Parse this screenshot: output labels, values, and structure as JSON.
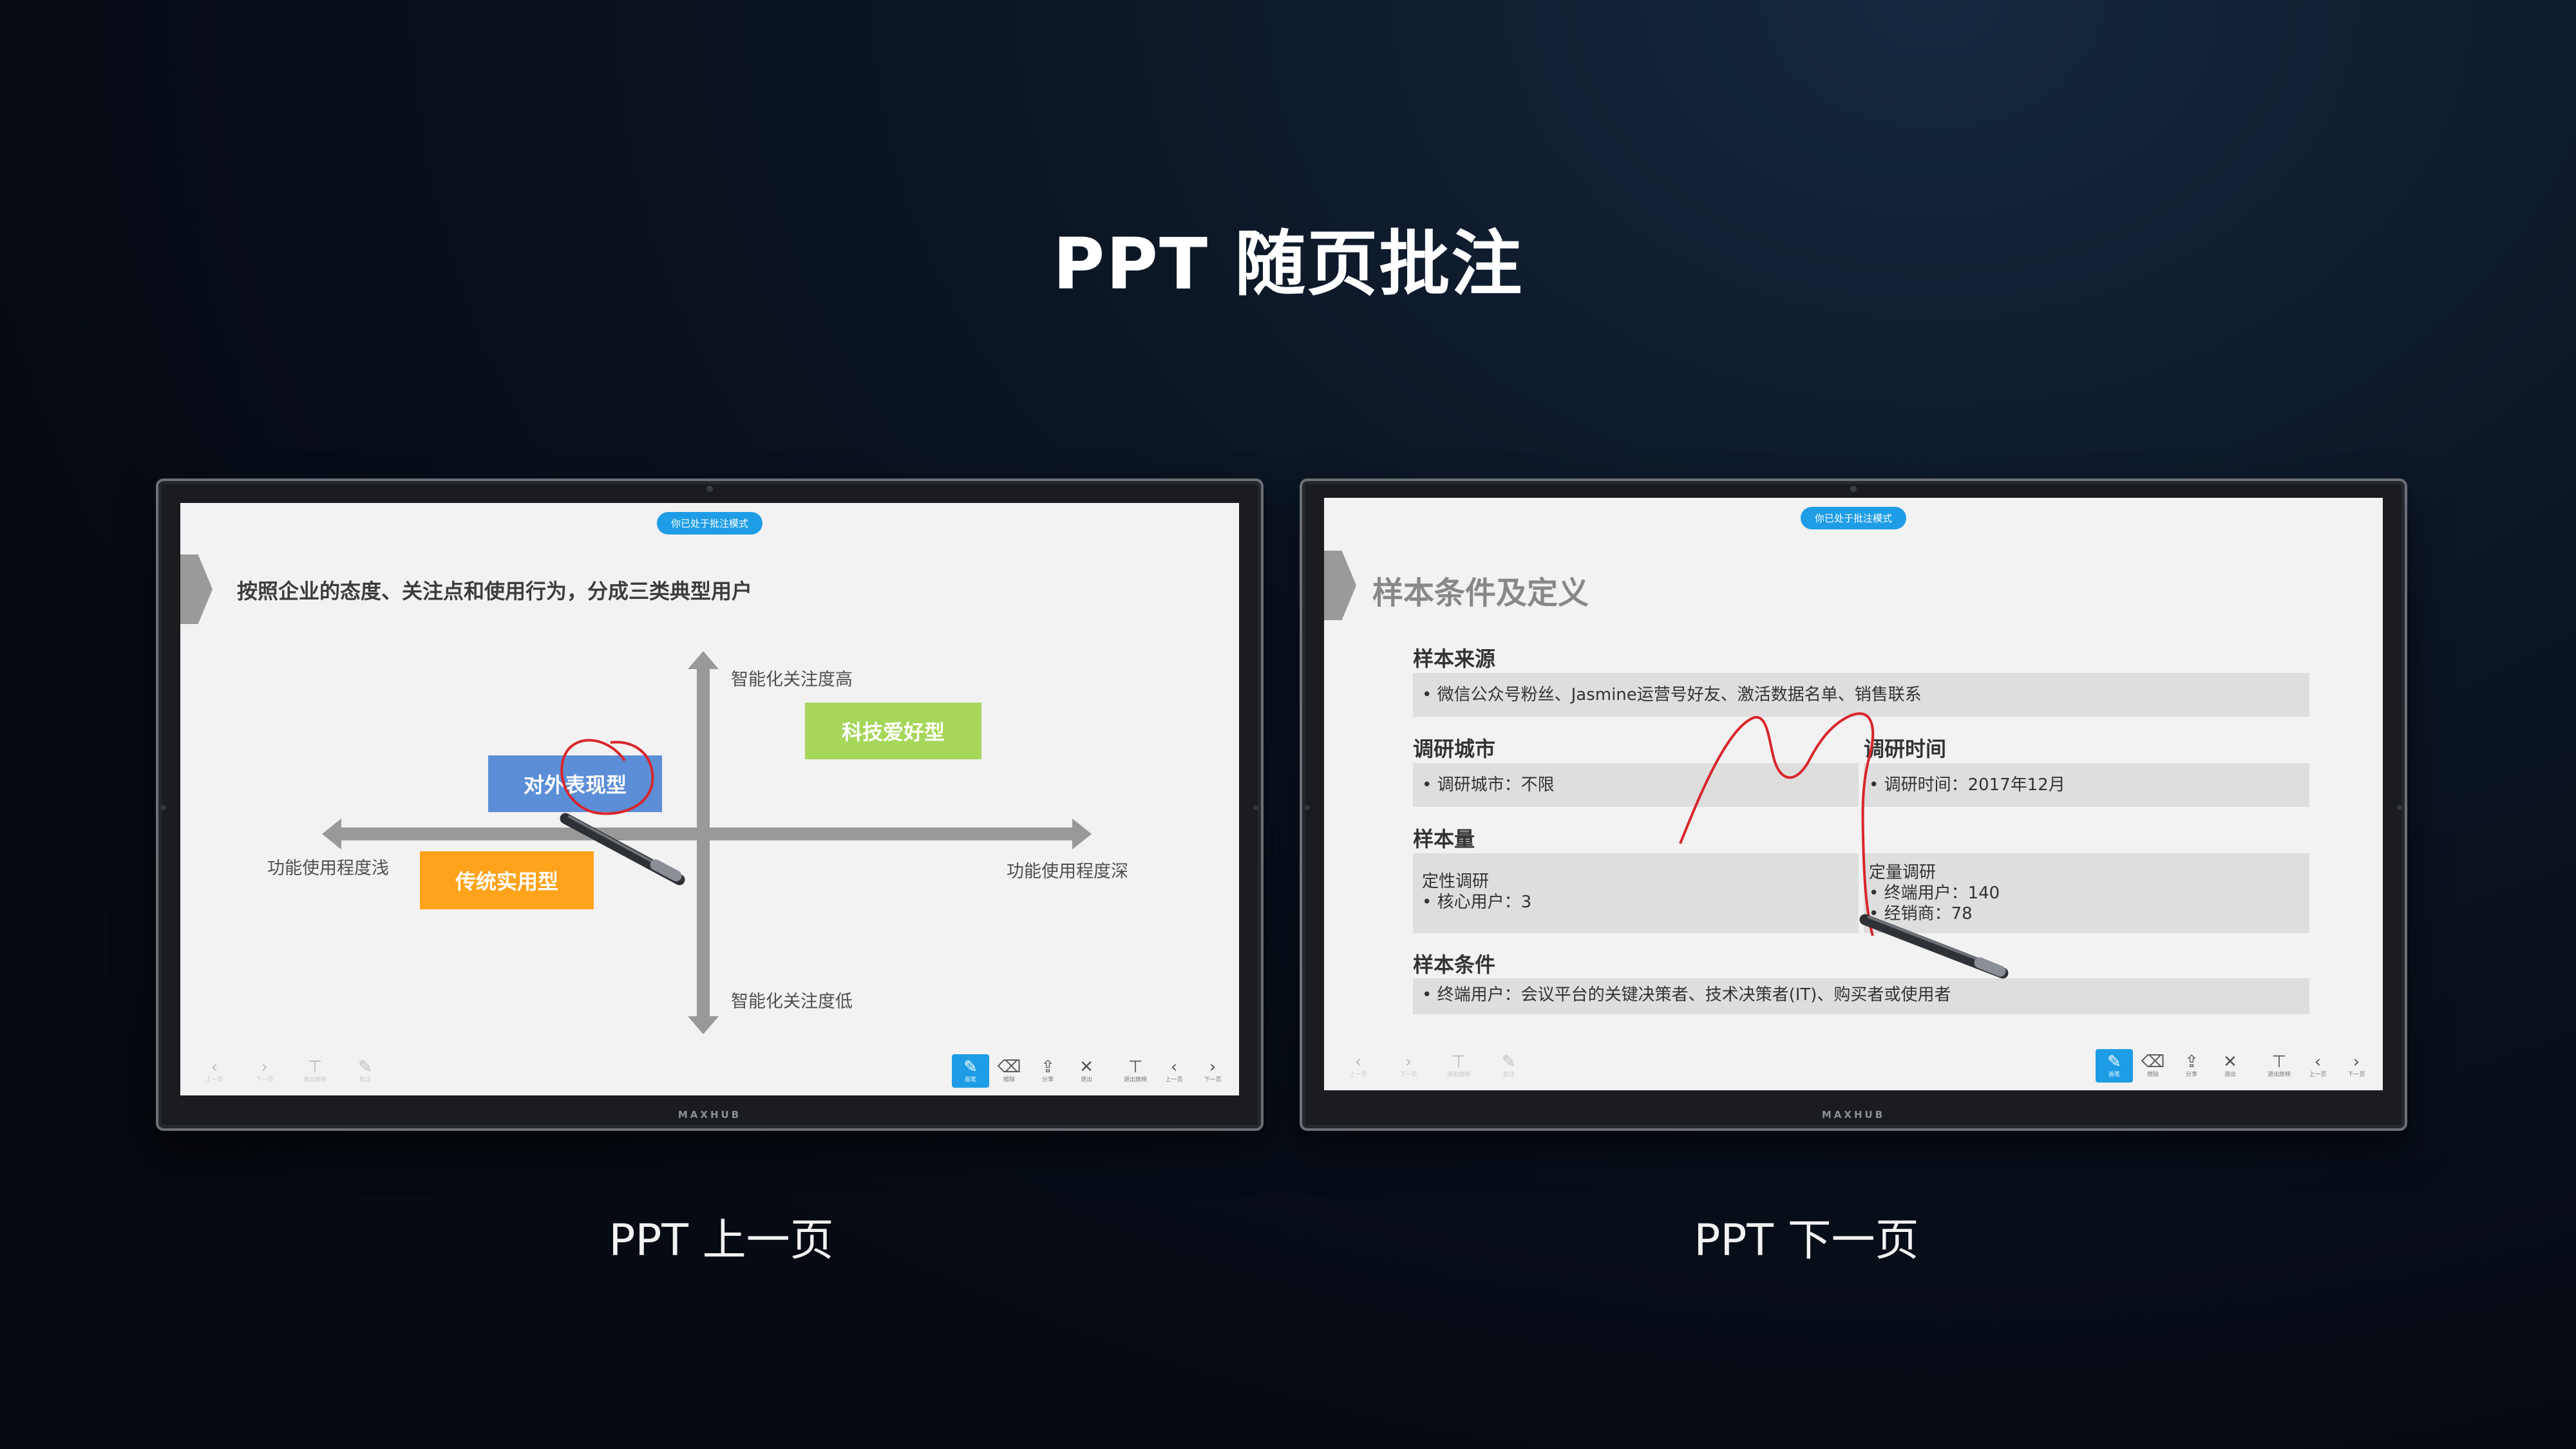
{
  "page_title": "PPT 随页批注",
  "left_caption": "PPT 上一页",
  "right_caption": "PPT 下一页",
  "device_brand": "MAXHUB",
  "mode_badge": "你已处于批注模式",
  "toolbar": {
    "left": [
      {
        "icon": "chevron-left-icon",
        "glyph": "‹",
        "label": "上一页"
      },
      {
        "icon": "chevron-right-icon",
        "glyph": "›",
        "label": "下一页"
      },
      {
        "icon": "presentation-icon",
        "glyph": "⊤",
        "label": "退出放映"
      },
      {
        "icon": "pen-icon",
        "glyph": "✎",
        "label": "批注"
      }
    ],
    "right": [
      {
        "icon": "pen-icon",
        "glyph": "✎",
        "label": "画笔",
        "active": true
      },
      {
        "icon": "eraser-icon",
        "glyph": "⌫",
        "label": "擦除"
      },
      {
        "icon": "share-icon",
        "glyph": "⇪",
        "label": "分享"
      },
      {
        "icon": "close-icon",
        "glyph": "✕",
        "label": "退出"
      },
      {
        "icon": "presentation-icon",
        "glyph": "⊤",
        "label": "退出放映"
      },
      {
        "icon": "chevron-left-icon",
        "glyph": "‹",
        "label": "上一页"
      },
      {
        "icon": "chevron-right-icon",
        "glyph": "›",
        "label": "下一页"
      }
    ]
  },
  "left_slide": {
    "title": "按照企业的态度、关注点和使用行为，分成三类典型用户",
    "axis_top": "智能化关注度高",
    "axis_bottom": "智能化关注度低",
    "axis_left": "功能使用程度浅",
    "axis_right": "功能使用程度深",
    "boxes": [
      {
        "label": "科技爱好型",
        "color": "#a6d65a"
      },
      {
        "label": "对外表现型",
        "color": "#5b8ed6"
      },
      {
        "label": "传统实用型",
        "color": "#ffa31a"
      }
    ],
    "annotation_color": "#d9262b"
  },
  "right_slide": {
    "title": "样本条件及定义",
    "sections": {
      "source_heading": "样本来源",
      "source_item": "•  微信公众号粉丝、Jasmine运营号好友、激活数据名单、销售联系",
      "city_heading": "调研城市",
      "city_item": "•  调研城市：不限",
      "time_heading": "调研时间",
      "time_item": "•  调研时间：2017年12月",
      "size_heading": "样本量",
      "qual_title": "定性调研",
      "qual_item": "•  核心用户：3",
      "quant_title": "定量调研",
      "quant_item1": "•  终端用户：140",
      "quant_item2": "•  经销商：78",
      "cond_heading": "样本条件",
      "cond_item": "•  终端用户：会议平台的关键决策者、技术决策者(IT)、购买者或使用者"
    },
    "annotation_color": "#d9262b"
  }
}
